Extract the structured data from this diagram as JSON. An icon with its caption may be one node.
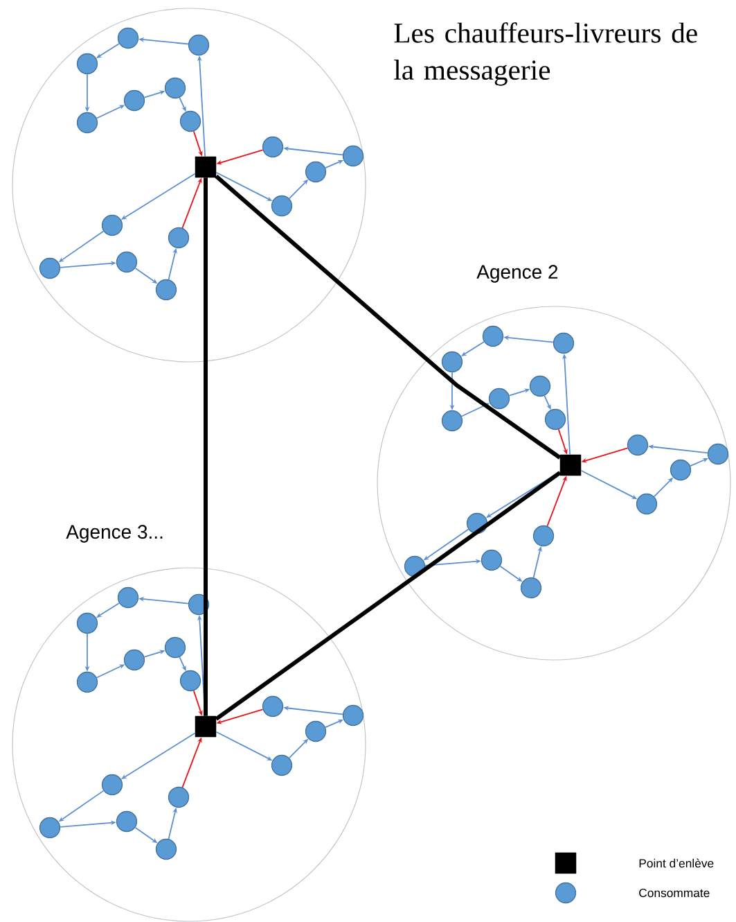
{
  "diagram": {
    "title": "Les chauffeurs-livreurs de la messagerie",
    "nodes": [
      {
        "text": [],
        "shape": "circle"
      },
      {
        "text": [],
        "shape": "box",
        "in": 0
      },
      {
        "text": [],
        "shape": "circle",
        "in": 0
      },
      {
        "text": [],
        "shape": "circle",
        "in": 0
      },
      {
        "text": [],
        "shape": "circle",
        "in": 0
      },
      {
        "text": [],
        "shape": "circle",
        "in": 0
      },
      {
        "text": [],
        "shape": "circle",
        "in": 0
      },
      {
        "text": [],
        "shape": "circle",
        "in": 0
      },
      {
        "text": [],
        "shape": "circle",
        "in": 0
      },
      {
        "text": [],
        "shape": "circle",
        "in": 0
      },
      {
        "text": [],
        "shape": "circle",
        "in": 0
      },
      {
        "text": [],
        "shape": "circle",
        "in": 0
      },
      {
        "text": [],
        "shape": "circle",
        "in": 0
      },
      {
        "text": [],
        "shape": "circle",
        "in": 0
      },
      {
        "text": [],
        "shape": "circle",
        "in": 0
      },
      {
        "text": [],
        "shape": "circle",
        "in": 0
      },
      {
        "text": [],
        "shape": "circle",
        "in": 0
      },
      {
        "text": [],
        "shape": "circle",
        "in": 0
      },
      {
        "text": [],
        "shape": "circle",
        "beside": [
          "Agence 2"
        ]
      },
      {
        "text": [],
        "shape": "box",
        "in": 18
      },
      {
        "text": [],
        "shape": "circle",
        "in": 18
      },
      {
        "text": [],
        "shape": "circle",
        "in": 18
      },
      {
        "text": [],
        "shape": "circle",
        "in": 18
      },
      {
        "text": [],
        "shape": "circle",
        "in": 18
      },
      {
        "text": [],
        "shape": "circle",
        "in": 18
      },
      {
        "text": [],
        "shape": "circle",
        "in": 18
      },
      {
        "text": [],
        "shape": "circle",
        "in": 18
      },
      {
        "text": [],
        "shape": "circle",
        "in": 18
      },
      {
        "text": [],
        "shape": "circle",
        "in": 18
      },
      {
        "text": [],
        "shape": "circle",
        "in": 18
      },
      {
        "text": [],
        "shape": "circle",
        "in": 18
      },
      {
        "text": [],
        "shape": "circle",
        "in": 18
      },
      {
        "text": [],
        "shape": "circle",
        "in": 18
      },
      {
        "text": [],
        "shape": "circle",
        "in": 18
      },
      {
        "text": [],
        "shape": "circle",
        "in": 18
      },
      {
        "text": [],
        "shape": "circle",
        "in": 18
      },
      {
        "text": [],
        "shape": "circle",
        "beside": [
          "Agence 3..."
        ]
      },
      {
        "text": [],
        "shape": "box",
        "in": 36
      },
      {
        "text": [],
        "shape": "circle",
        "in": 36
      },
      {
        "text": [],
        "shape": "circle",
        "in": 36
      },
      {
        "text": [],
        "shape": "circle",
        "in": 36
      },
      {
        "text": [],
        "shape": "circle",
        "in": 36
      },
      {
        "text": [],
        "shape": "circle",
        "in": 36
      },
      {
        "text": [],
        "shape": "circle",
        "in": 36
      },
      {
        "text": [],
        "shape": "circle",
        "in": 36
      },
      {
        "text": [],
        "shape": "circle",
        "in": 36
      },
      {
        "text": [],
        "shape": "circle",
        "in": 36
      },
      {
        "text": [],
        "shape": "circle",
        "in": 36
      },
      {
        "text": [],
        "shape": "circle",
        "in": 36
      },
      {
        "text": [],
        "shape": "circle",
        "in": 36
      },
      {
        "text": [],
        "shape": "circle",
        "in": 36
      },
      {
        "text": [],
        "shape": "circle",
        "in": 36
      },
      {
        "text": [],
        "shape": "circle",
        "in": 36
      },
      {
        "text": [],
        "shape": "circle",
        "in": 36
      }
    ],
    "edges": [
      {
        "from": 1,
        "to": 2,
        "arrow": "to"
      },
      {
        "from": 2,
        "to": 3,
        "arrow": "to"
      },
      {
        "from": 3,
        "to": 4,
        "arrow": "to"
      },
      {
        "from": 4,
        "to": 5,
        "arrow": "to"
      },
      {
        "from": 5,
        "to": 6,
        "arrow": "to"
      },
      {
        "from": 6,
        "to": 7,
        "arrow": "to"
      },
      {
        "from": 7,
        "to": 8,
        "arrow": "to"
      },
      {
        "from": 8,
        "to": 1,
        "arrow": "to",
        "color": "#e8141c"
      },
      {
        "from": 1,
        "to": 12,
        "arrow": "to"
      },
      {
        "from": 12,
        "to": 11,
        "arrow": "to"
      },
      {
        "from": 11,
        "to": 10,
        "arrow": "to"
      },
      {
        "from": 10,
        "to": 9,
        "arrow": "to"
      },
      {
        "from": 9,
        "to": 1,
        "arrow": "to",
        "color": "#e8141c"
      },
      {
        "from": 1,
        "to": 13,
        "arrow": "to"
      },
      {
        "from": 13,
        "to": 14,
        "arrow": "to"
      },
      {
        "from": 14,
        "to": 15,
        "arrow": "to"
      },
      {
        "from": 15,
        "to": 16,
        "arrow": "to"
      },
      {
        "from": 16,
        "to": 17,
        "arrow": "to"
      },
      {
        "from": 17,
        "to": 1,
        "arrow": "to",
        "color": "#e8141c"
      },
      {
        "from": 19,
        "to": 20,
        "arrow": "to"
      },
      {
        "from": 20,
        "to": 21,
        "arrow": "to"
      },
      {
        "from": 21,
        "to": 22,
        "arrow": "to"
      },
      {
        "from": 22,
        "to": 23,
        "arrow": "to"
      },
      {
        "from": 23,
        "to": 24,
        "arrow": "to"
      },
      {
        "from": 24,
        "to": 25,
        "arrow": "to"
      },
      {
        "from": 25,
        "to": 26,
        "arrow": "to"
      },
      {
        "from": 26,
        "to": 19,
        "arrow": "to",
        "color": "#e8141c"
      },
      {
        "from": 19,
        "to": 30,
        "arrow": "to"
      },
      {
        "from": 30,
        "to": 29,
        "arrow": "to"
      },
      {
        "from": 29,
        "to": 28,
        "arrow": "to"
      },
      {
        "from": 28,
        "to": 27,
        "arrow": "to"
      },
      {
        "from": 27,
        "to": 19,
        "arrow": "to",
        "color": "#e8141c"
      },
      {
        "from": 19,
        "to": 31,
        "arrow": "to"
      },
      {
        "from": 31,
        "to": 32,
        "arrow": "to"
      },
      {
        "from": 32,
        "to": 33,
        "arrow": "to"
      },
      {
        "from": 33,
        "to": 34,
        "arrow": "to"
      },
      {
        "from": 34,
        "to": 35,
        "arrow": "to"
      },
      {
        "from": 35,
        "to": 19,
        "arrow": "to",
        "color": "#e8141c"
      },
      {
        "from": 37,
        "to": 38,
        "arrow": "to"
      },
      {
        "from": 38,
        "to": 39,
        "arrow": "to"
      },
      {
        "from": 39,
        "to": 40,
        "arrow": "to"
      },
      {
        "from": 40,
        "to": 41,
        "arrow": "to"
      },
      {
        "from": 41,
        "to": 42,
        "arrow": "to"
      },
      {
        "from": 42,
        "to": 43,
        "arrow": "to"
      },
      {
        "from": 43,
        "to": 44,
        "arrow": "to"
      },
      {
        "from": 44,
        "to": 37,
        "arrow": "to",
        "color": "#e8141c"
      },
      {
        "from": 37,
        "to": 48,
        "arrow": "to"
      },
      {
        "from": 48,
        "to": 47,
        "arrow": "to"
      },
      {
        "from": 47,
        "to": 46,
        "arrow": "to"
      },
      {
        "from": 46,
        "to": 45,
        "arrow": "to"
      },
      {
        "from": 45,
        "to": 37,
        "arrow": "to",
        "color": "#e8141c"
      },
      {
        "from": 37,
        "to": 49,
        "arrow": "to"
      },
      {
        "from": 49,
        "to": 50,
        "arrow": "to"
      },
      {
        "from": 50,
        "to": 51,
        "arrow": "to"
      },
      {
        "from": 51,
        "to": 52,
        "arrow": "to"
      },
      {
        "from": 52,
        "to": 53,
        "arrow": "to"
      },
      {
        "from": 53,
        "to": 37,
        "arrow": "to",
        "color": "#e8141c"
      },
      {
        "from": 1,
        "to": 19,
        "arrow": "none",
        "style": "thick",
        "color": "#000000"
      },
      {
        "from": 19,
        "to": 37,
        "arrow": "none",
        "style": "thick",
        "color": "#000000"
      },
      {
        "from": 37,
        "to": 1,
        "arrow": "none",
        "style": "thick",
        "color": "#000000"
      }
    ],
    "legend": [
      {
        "text": "Point d’enlève"
      },
      {
        "text": "Consommate"
      }
    ]
  }
}
